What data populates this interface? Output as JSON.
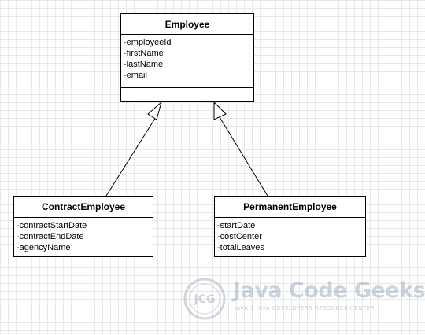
{
  "diagram": {
    "classes": {
      "employee": {
        "name": "Employee",
        "attributes": [
          "-employeeId",
          "-firstName",
          "-lastName",
          "-email"
        ]
      },
      "contract": {
        "name": "ContractEmployee",
        "attributes": [
          "-contractStartDate",
          "-contractEndDate",
          "-agencyName"
        ]
      },
      "permanent": {
        "name": "PermanentEmployee",
        "attributes": [
          "-startDate",
          "-costCenter",
          "-totalLeaves"
        ]
      }
    },
    "relations": [
      {
        "type": "generalization",
        "from": "ContractEmployee",
        "to": "Employee"
      },
      {
        "type": "generalization",
        "from": "PermanentEmployee",
        "to": "Employee"
      }
    ]
  },
  "watermark": {
    "logo_text": "JCG",
    "brand": "Java Code Geeks",
    "tagline": "JAVA 2 JAVA DEVELOPERS RESOURCE CENTER",
    "logo_icon": "jcg-logo-icon"
  },
  "colors": {
    "line": "#000000",
    "grid": "#e7e7e7",
    "watermark": "#8fa3b8"
  }
}
